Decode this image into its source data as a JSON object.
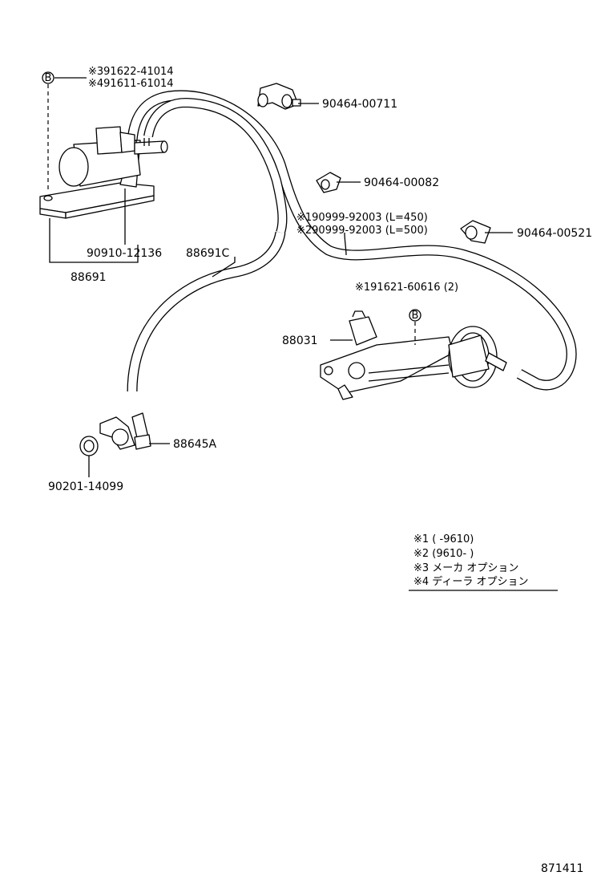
{
  "callouts": {
    "c1": "※391622-41014",
    "c2": "※491611-61014",
    "c3": "90464-00711",
    "c4": "90464-00082",
    "c5": "※190999-92003 (L=450)",
    "c6": "※290999-92003 (L=500)",
    "c7": "90464-00521",
    "c8": "90910-12136",
    "c9": "88691C",
    "c10": "88691",
    "c11": "※191621-60616 (2)",
    "c12": "88031",
    "c13": "88645A",
    "c14": "90201-14099"
  },
  "marker_letter": "B",
  "legend": {
    "row1": "※1 (        -9610)",
    "row2": "※2 (9610-        )",
    "row3": "※3 メーカ オプション",
    "row4": "※4 ディーラ オプション"
  },
  "diagram_number": "871411"
}
